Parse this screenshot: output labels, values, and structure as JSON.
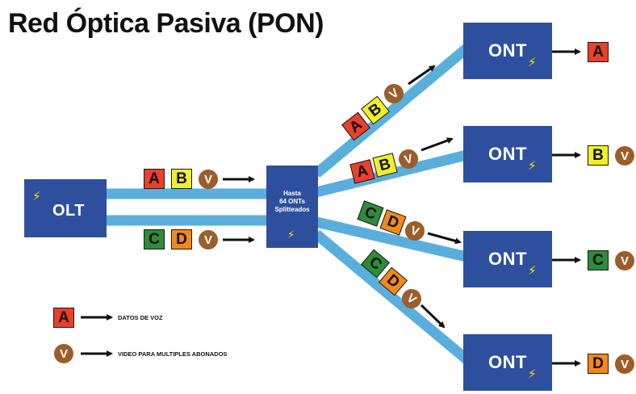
{
  "title": "Red Óptica Pasiva (PON)",
  "colors": {
    "box": "#2e4f9e",
    "fiber": "#5aaedc",
    "bolt": "#ffe300",
    "arrow": "#111111",
    "badge_A": "#e8402a",
    "badge_B": "#f2ee2a",
    "badge_C": "#2e8b3a",
    "badge_D": "#f08a1c",
    "video_circle": "#9b5e2a"
  },
  "olt": {
    "label": "OLT",
    "icon": "lightning-bolt-icon"
  },
  "splitter": {
    "line1": "Hasta",
    "line2": "64 ONTs",
    "line3": "Splitteados",
    "icon": "lightning-bolt-icon"
  },
  "onts": [
    {
      "label": "ONT",
      "icon": "lightning-bolt-icon",
      "outputs": [
        "A"
      ]
    },
    {
      "label": "ONT",
      "icon": "lightning-bolt-icon",
      "outputs": [
        "B",
        "V"
      ]
    },
    {
      "label": "ONT",
      "icon": "lightning-bolt-icon",
      "outputs": [
        "C",
        "V"
      ]
    },
    {
      "label": "ONT",
      "icon": "lightning-bolt-icon",
      "outputs": [
        "D",
        "V"
      ]
    }
  ],
  "fiber_signals": {
    "olt_top": [
      "A",
      "B",
      "V"
    ],
    "olt_bottom": [
      "C",
      "D",
      "V"
    ],
    "branch1": [
      "A",
      "B",
      "V"
    ],
    "branch2": [
      "A",
      "B",
      "V"
    ],
    "branch3": [
      "C",
      "D",
      "V"
    ],
    "branch4": [
      "C",
      "D",
      "V"
    ]
  },
  "legend": [
    {
      "symbol": "A",
      "text": "DATOS DE VOZ"
    },
    {
      "symbol": "V",
      "text": "VIDEO PARA MULTIPLES ABONADOS"
    }
  ]
}
